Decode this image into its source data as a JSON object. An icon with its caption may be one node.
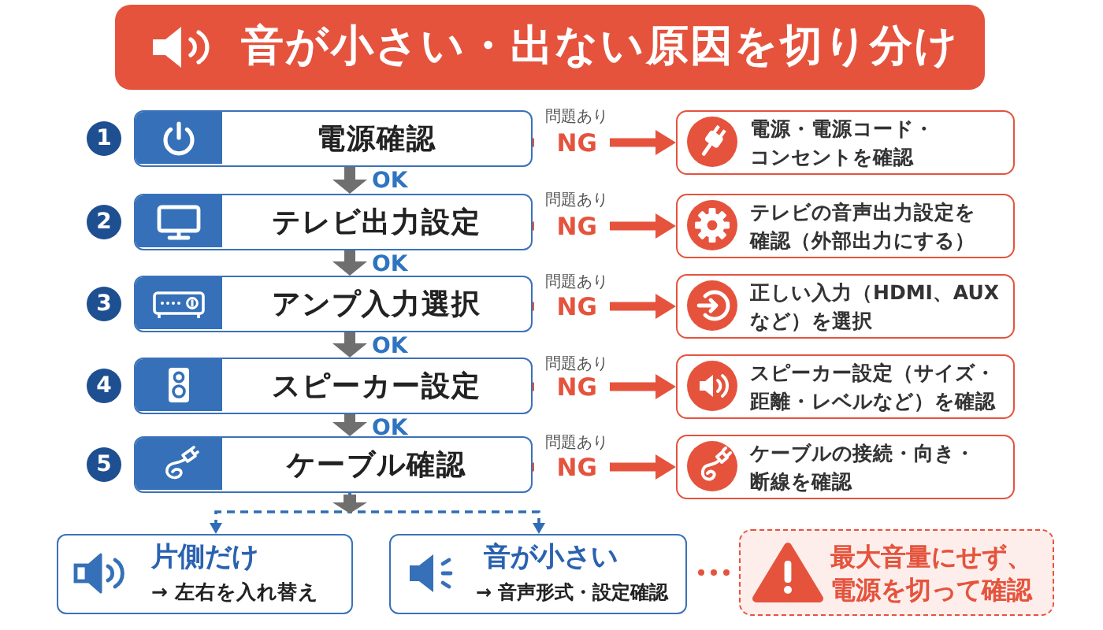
{
  "diagram": {
    "title": "音が小さい・出ない原因を切り分け",
    "nodes": [
      {
        "text": [
          "電源確認"
        ],
        "beside": [
          "1"
        ]
      },
      {
        "text": [
          "電源・電源コード・コンセントを確認"
        ]
      },
      {
        "text": [
          "テレビ出力設定"
        ],
        "beside": [
          "2"
        ]
      },
      {
        "text": [
          "テレビの音声出力設定を確認（外部出力にする）"
        ]
      },
      {
        "text": [
          "アンプ入力選択"
        ],
        "beside": [
          "3"
        ]
      },
      {
        "text": [
          "正しい入力（HDMI、AUX など）を選択"
        ]
      },
      {
        "text": [
          "スピーカー設定"
        ],
        "beside": [
          "4"
        ]
      },
      {
        "text": [
          "スピーカー設定（サイズ・距離・レベルなど）を確認"
        ]
      },
      {
        "text": [
          "ケーブル確認"
        ],
        "beside": [
          "5"
        ]
      },
      {
        "text": [
          "ケーブルの接続・向き・断線を確認"
        ]
      },
      {
        "text": [
          "片側だけ",
          "→ 左右を入れ替え"
        ]
      },
      {
        "text": [
          "音が小さい",
          "→ 音声形式・設定確認"
        ]
      },
      {
        "text": [
          "最大音量にせず、電源を切って確認"
        ]
      }
    ],
    "edges": [
      {
        "from": 0,
        "to": 1,
        "arrow": "to",
        "label": "NG"
      },
      {
        "from": 0,
        "to": 2,
        "arrow": "to",
        "label": "OK",
        "color": "#6f6f6f"
      },
      {
        "from": 2,
        "to": 3,
        "arrow": "to",
        "label": "NG"
      },
      {
        "from": 2,
        "to": 4,
        "arrow": "to",
        "label": "OK",
        "color": "#6f6f6f"
      },
      {
        "from": 4,
        "to": 5,
        "arrow": "to",
        "label": "NG"
      },
      {
        "from": 4,
        "to": 6,
        "arrow": "to",
        "label": "OK",
        "color": "#6f6f6f"
      },
      {
        "from": 6,
        "to": 7,
        "arrow": "to",
        "label": "NG"
      },
      {
        "from": 6,
        "to": 8,
        "arrow": "to",
        "label": "OK",
        "color": "#6f6f6f"
      },
      {
        "from": 8,
        "to": 9,
        "arrow": "to",
        "label": "NG"
      },
      {
        "from": 8,
        "to": 10,
        "arrow": "to",
        "style": "dashed",
        "color": "#2f6db5"
      },
      {
        "from": 8,
        "to": 11,
        "arrow": "to",
        "style": "dashed",
        "color": "#2f6db5"
      },
      {
        "from": 11,
        "to": 12,
        "arrow": "none",
        "style": "dashed"
      }
    ],
    "labels": [
      "問題あり",
      "問題あり",
      "問題あり",
      "問題あり",
      "問題あり"
    ]
  }
}
